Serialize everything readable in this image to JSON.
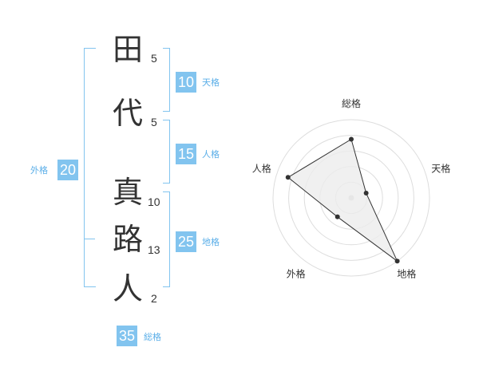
{
  "name": {
    "characters": [
      {
        "char": "田",
        "strokes": "5"
      },
      {
        "char": "代",
        "strokes": "5"
      },
      {
        "char": "真",
        "strokes": "10"
      },
      {
        "char": "路",
        "strokes": "13"
      },
      {
        "char": "人",
        "strokes": "2"
      }
    ]
  },
  "kaku": {
    "tenkaku": {
      "value": "10",
      "label": "天格"
    },
    "jinkaku": {
      "value": "15",
      "label": "人格"
    },
    "chikaku": {
      "value": "25",
      "label": "地格"
    },
    "gaikaku": {
      "value": "20",
      "label": "外格"
    },
    "soukaku": {
      "value": "35",
      "label": "総格"
    }
  },
  "colors": {
    "accent": "#82c4ef",
    "label": "#5aaee8",
    "text": "#333333",
    "grid": "#dddddd",
    "fill": "#ececec"
  },
  "chart_data": {
    "type": "radar",
    "axes": [
      "総格",
      "天格",
      "地格",
      "外格",
      "人格"
    ],
    "values": [
      0.75,
      0.2,
      1.0,
      0.3,
      0.85
    ],
    "range": [
      0,
      1
    ],
    "rings": 5,
    "grid": true
  }
}
